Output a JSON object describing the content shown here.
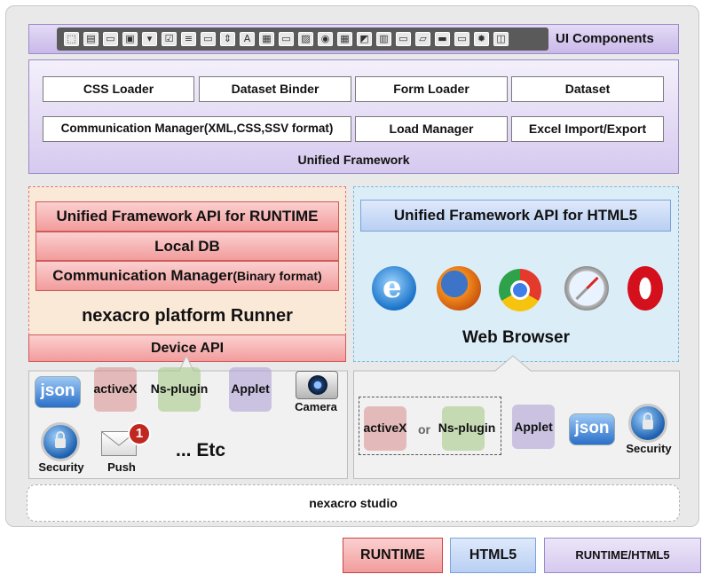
{
  "ui_components": {
    "label": "UI Components"
  },
  "unified_framework": {
    "label": "Unified Framework",
    "row1": [
      "CSS Loader",
      "Dataset Binder",
      "Form Loader",
      "Dataset"
    ],
    "row2": [
      "Communication Manager(XML,CSS,SSV format)",
      "Load Manager",
      "Excel Import/Export"
    ]
  },
  "runtime": {
    "api": "Unified Framework API for RUNTIME",
    "local_db": "Local DB",
    "comm_main": "Communication Manager",
    "comm_sub": "(Binary format)",
    "runner": "nexacro platform Runner",
    "device_api": "Device API"
  },
  "html5": {
    "api": "Unified Framework API for HTML5",
    "web_browser": "Web Browser",
    "browser_icons": [
      "ie-icon",
      "firefox-icon",
      "chrome-icon",
      "safari-icon",
      "opera-icon"
    ]
  },
  "runtime_plugins": {
    "json": "json",
    "activex": "activeX",
    "nsplugin": "Ns-plugin",
    "applet": "Applet",
    "camera": "Camera",
    "security": "Security",
    "push": "Push",
    "push_badge": "1",
    "etc": "... Etc"
  },
  "html5_plugins": {
    "activex": "activeX",
    "or": "or",
    "nsplugin": "Ns-plugin",
    "applet": "Applet",
    "json": "json",
    "security": "Security"
  },
  "studio": "nexacro studio",
  "legend": {
    "runtime": "RUNTIME",
    "html5": "HTML5",
    "both": "RUNTIME/HTML5"
  },
  "colors": {
    "runtime": "#f29c9c",
    "html5": "#b9cff3",
    "both": "#d6c9ef"
  }
}
